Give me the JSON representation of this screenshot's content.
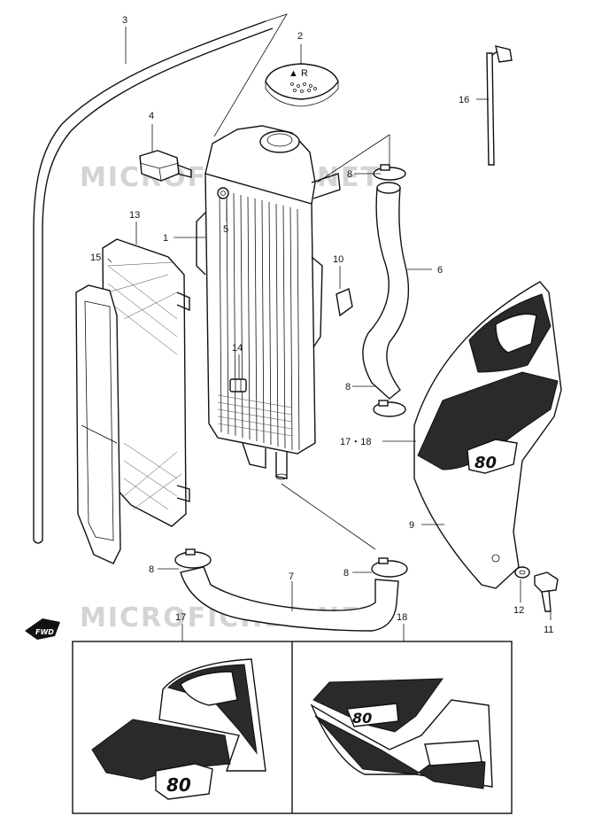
{
  "watermark": "MICROFICHES.NET",
  "direction_badge": "FWD",
  "callouts": {
    "p1": "1",
    "p2": "2",
    "p3": "3",
    "p4": "4",
    "p5": "5",
    "p6": "6",
    "p7": "7",
    "p8a": "8",
    "p8b": "8",
    "p8c": "8",
    "p8d": "8",
    "p9": "9",
    "p10": "10",
    "p11": "11",
    "p12": "12",
    "p13": "13",
    "p14": "14",
    "p15": "15",
    "p16": "16",
    "p17_18": "17・18",
    "p17": "17",
    "p18": "18"
  },
  "shroud_badge": "80",
  "cap_marking": "▲ R",
  "colors": {
    "line": "#111111",
    "watermark": "#d4d4d4",
    "background": "#ffffff"
  }
}
